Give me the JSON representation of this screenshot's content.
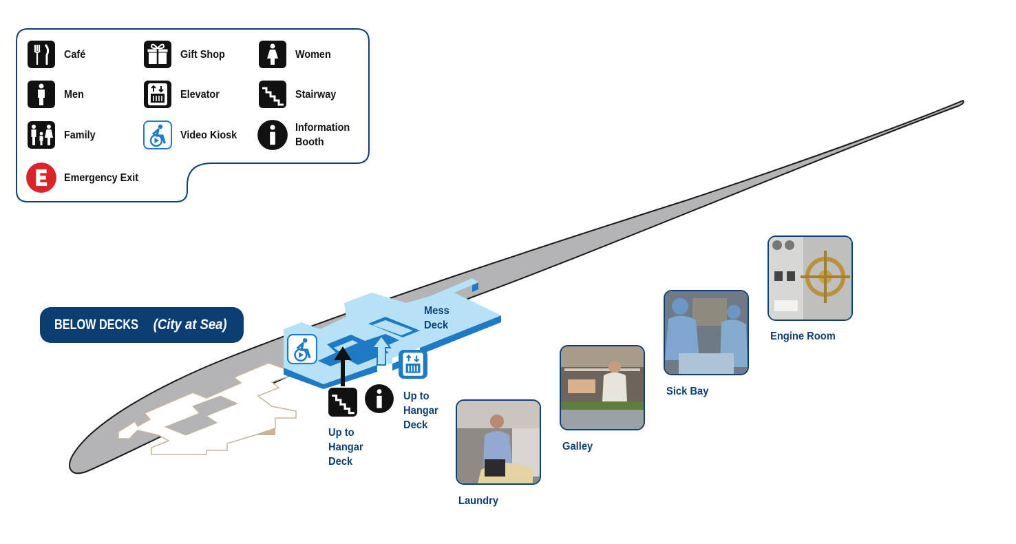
{
  "legend": {
    "items": [
      {
        "label": "Café",
        "icon": "fork-knife-icon"
      },
      {
        "label": "Gift Shop",
        "icon": "gift-icon"
      },
      {
        "label": "Women",
        "icon": "women-icon"
      },
      {
        "label": "Men",
        "icon": "men-icon"
      },
      {
        "label": "Elevator",
        "icon": "elevator-icon"
      },
      {
        "label": "Stairway",
        "icon": "stairway-icon"
      },
      {
        "label": "Family",
        "icon": "family-icon"
      },
      {
        "label": "Video Kiosk",
        "icon": "accessible-video-icon"
      },
      {
        "label": "Information Booth",
        "icon": "information-icon"
      },
      {
        "label": "Emergency Exit",
        "icon": "emergency-exit-icon"
      }
    ]
  },
  "banner": {
    "title": "BELOW DECKS",
    "subtitle": "(City at Sea)"
  },
  "map": {
    "mess_deck": "Mess Deck",
    "stair_note": "Up to Hangar Deck",
    "elevator_note": "Up to Hangar Deck"
  },
  "photos": [
    {
      "label": "Laundry"
    },
    {
      "label": "Galley"
    },
    {
      "label": "Sick Bay"
    },
    {
      "label": "Engine Room"
    }
  ],
  "colors": {
    "navy": "#0d3e72",
    "deck_blue": "#b7e1f5",
    "deck_blue_side": "#1f7ac6",
    "hull_gray": "#b4b4b6",
    "exit_red": "#d9242a",
    "sand": "#c9b39a"
  }
}
